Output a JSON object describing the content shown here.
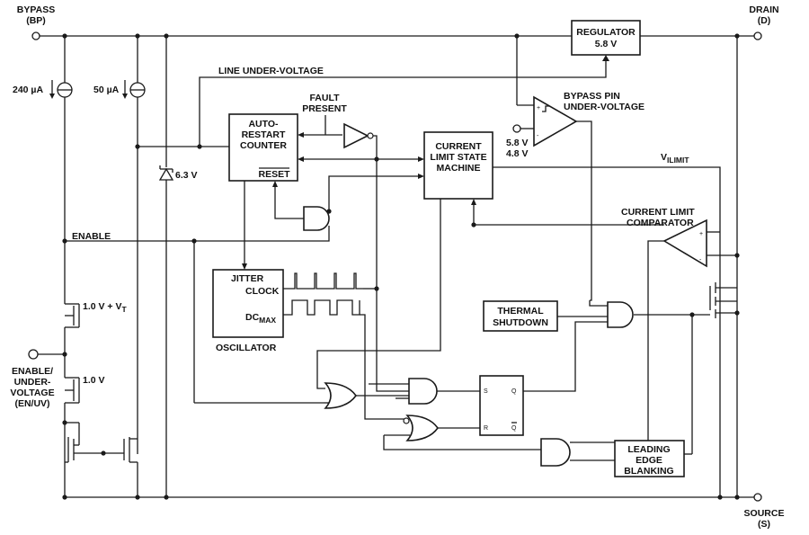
{
  "pins": {
    "bypass": "BYPASS",
    "bypass_abbr": "(BP)",
    "drain": "DRAIN",
    "drain_abbr": "(D)",
    "source": "SOURCE",
    "source_abbr": "(S)",
    "enable_l1": "ENABLE/",
    "enable_l2": "UNDER-",
    "enable_l3": "VOLTAGE",
    "enable_l4": "(EN/UV)"
  },
  "sources": {
    "i240": "240 µA",
    "i50": "50 µA",
    "zener": "6.3 V"
  },
  "regulator": {
    "l1": "REGULATOR",
    "l2": "5.8 V"
  },
  "signals": {
    "line_uv": "LINE UNDER-VOLTAGE",
    "fault_l1": "FAULT",
    "fault_l2": "PRESENT",
    "enable": "ENABLE",
    "ilimit_main": "V",
    "ilimit_sub": "ILIMIT",
    "v1": "1.0 V + V",
    "v1_sub": "T",
    "v2": "1.0 V"
  },
  "auto_restart": {
    "l1": "AUTO-",
    "l2": "RESTART",
    "l3": "COUNTER",
    "reset": "RESET"
  },
  "state_machine": {
    "l1": "CURRENT",
    "l2": "LIMIT STATE",
    "l3": "MACHINE"
  },
  "bypass_uv": {
    "l1": "BYPASS PIN",
    "l2": "UNDER-VOLTAGE",
    "v_hi": "5.8 V",
    "v_lo": "4.8 V"
  },
  "cl_comp": {
    "l1": "CURRENT LIMIT",
    "l2": "COMPARATOR"
  },
  "oscillator": {
    "jitter": "JITTER",
    "clock": "CLOCK",
    "dc_main": "DC",
    "dc_sub": "MAX",
    "label": "OSCILLATOR"
  },
  "thermal": {
    "l1": "THERMAL",
    "l2": "SHUTDOWN"
  },
  "leb": {
    "l1": "LEADING",
    "l2": "EDGE",
    "l3": "BLANKING"
  },
  "latch": {
    "s": "S",
    "q": "Q",
    "r": "R",
    "qbar": "Q"
  }
}
